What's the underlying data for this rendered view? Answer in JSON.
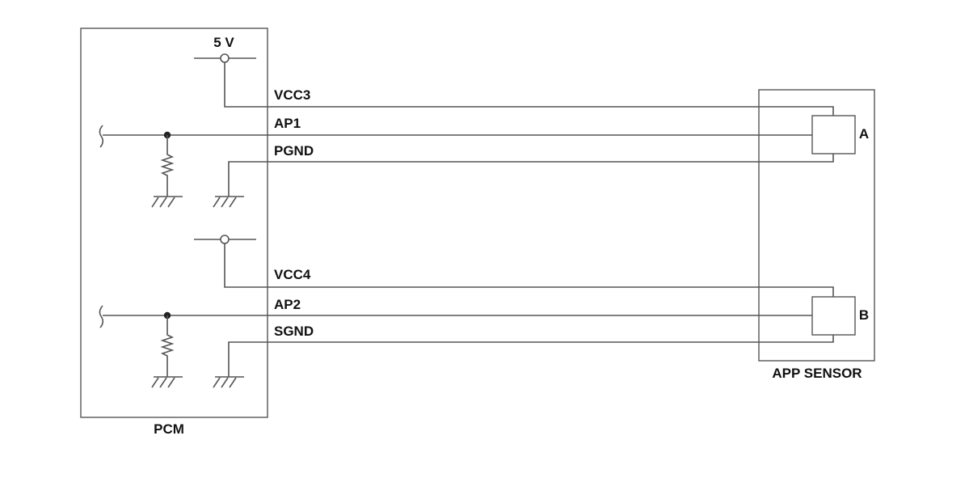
{
  "pcm": {
    "label": "PCM",
    "supply_label": "5 V"
  },
  "sensor": {
    "label": "APP SENSOR",
    "element_a": "A",
    "element_b": "B"
  },
  "wires": {
    "vcc3": "VCC3",
    "ap1": "AP1",
    "pgnd": "PGND",
    "vcc4": "VCC4",
    "ap2": "AP2",
    "sgnd": "SGND"
  },
  "colors": {
    "line": "#555555",
    "text": "#111111"
  }
}
